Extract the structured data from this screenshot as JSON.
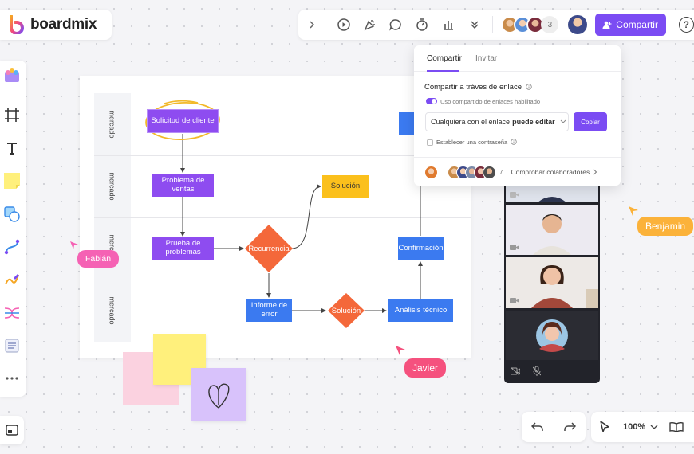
{
  "app": {
    "logo_text": "boardmix",
    "accent": "#7b4cf3"
  },
  "topbar": {
    "icons": [
      "chevron-right-icon",
      "play-icon",
      "celebrate-icon",
      "comment-icon",
      "timer-icon",
      "vote-icon",
      "more-chevron-icon"
    ],
    "collaborator_count": "3",
    "share_label": "Compartir",
    "help_label": "?"
  },
  "left_toolbar": {
    "tools": [
      "template-icon",
      "frame-icon",
      "text-icon",
      "sticky-note-icon",
      "shape-icon",
      "connector-icon",
      "pen-icon",
      "mindmap-icon",
      "table-icon",
      "more-icon"
    ]
  },
  "flowchart": {
    "lanes": [
      "mercado",
      "mercado",
      "mercado",
      "mercado"
    ],
    "nodes": {
      "request": "Solicitud de cliente",
      "sales_problem": "Problema de ventas",
      "problem_test": "Prueba de problemas",
      "recurrence": "Recurrencia",
      "solution_top": "Solución",
      "error_report": "Informe de error",
      "solution_mid": "Solución",
      "technical_analysis": "Análisis técnico",
      "confirmation": "Confirmación"
    }
  },
  "cursors": {
    "fabian": {
      "name": "Fabián",
      "color": "#f562b4"
    },
    "javier": {
      "name": "Javier",
      "color": "#f5517e"
    },
    "benjamin": {
      "name": "Benjamin",
      "color": "#fbb23a"
    }
  },
  "share_popup": {
    "tabs": [
      "Compartir",
      "Invitar"
    ],
    "active_tab": "Compartir",
    "title": "Compartir a tráves de enlace",
    "toggle_label": "Uso compartido de enlaces habilitado",
    "permission_prefix": "Cualquiera con el enlace",
    "permission_value": "puede editar",
    "copy_label": "Copiar",
    "password_label": "Establecer una contraseña",
    "collaborator_count": "7",
    "check_collaborators": "Comprobar colaboradores"
  },
  "zoom": {
    "level": "100%"
  }
}
